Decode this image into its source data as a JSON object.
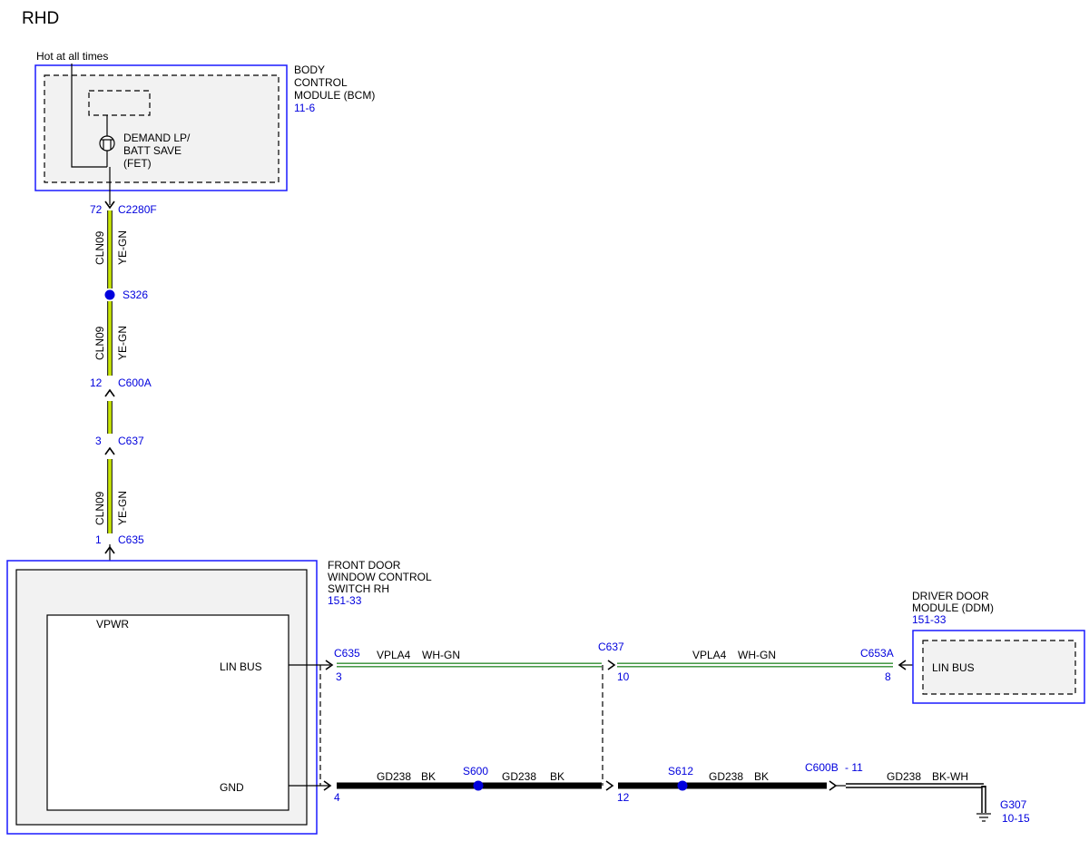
{
  "page_title": "RHD",
  "bcm": {
    "feed_label": "Hot at all times",
    "name_lines": [
      "BODY",
      "CONTROL",
      "MODULE (BCM)"
    ],
    "ref": "11-6",
    "fet_lines": [
      "DEMAND LP/",
      "BATT SAVE",
      "(FET)"
    ]
  },
  "vertical_circuit": {
    "connectors": [
      {
        "pin": "72",
        "name": "C2280F"
      },
      {
        "pin": "12",
        "name": "C600A"
      },
      {
        "pin": "3",
        "name": "C637"
      },
      {
        "pin": "1",
        "name": "C635"
      }
    ],
    "splice": "S326",
    "circuit": "CLN09",
    "color": "YE-GN"
  },
  "switch_module": {
    "name_lines": [
      "FRONT DOOR",
      "WINDOW CONTROL",
      "SWITCH RH"
    ],
    "ref": "151-33",
    "pins": {
      "vpwr": "VPWR",
      "lin": "LIN BUS",
      "gnd": "GND"
    }
  },
  "ddm": {
    "name_lines": [
      "DRIVER DOOR",
      "MODULE (DDM)"
    ],
    "ref": "151-33",
    "pin": "LIN BUS"
  },
  "lin_circuit": {
    "circuit": "VPLA4",
    "color": "WH-GN",
    "left": {
      "connector": "C635",
      "pin": "3"
    },
    "middle": {
      "connector": "C637",
      "pin": "10"
    },
    "right": {
      "connector": "C653A",
      "pin": "8"
    }
  },
  "ground_circuit": {
    "circuit": "GD238",
    "color_bk": "BK",
    "color_bkwh": "BK-WH",
    "left_pin": "4",
    "middle_pin": "12",
    "splice_1": "S600",
    "splice_2": "S612",
    "connector": "C600B",
    "connector_pin": "- 11",
    "ground": "G307",
    "ground_ref": "10-15"
  },
  "colors": {
    "ref_text": "#0000dd",
    "module_frame": "#1a1aff",
    "ye_gn_wire": "#c8e600",
    "wh_gn_wire": "#2e8b2e",
    "bk_wire": "#000000"
  }
}
